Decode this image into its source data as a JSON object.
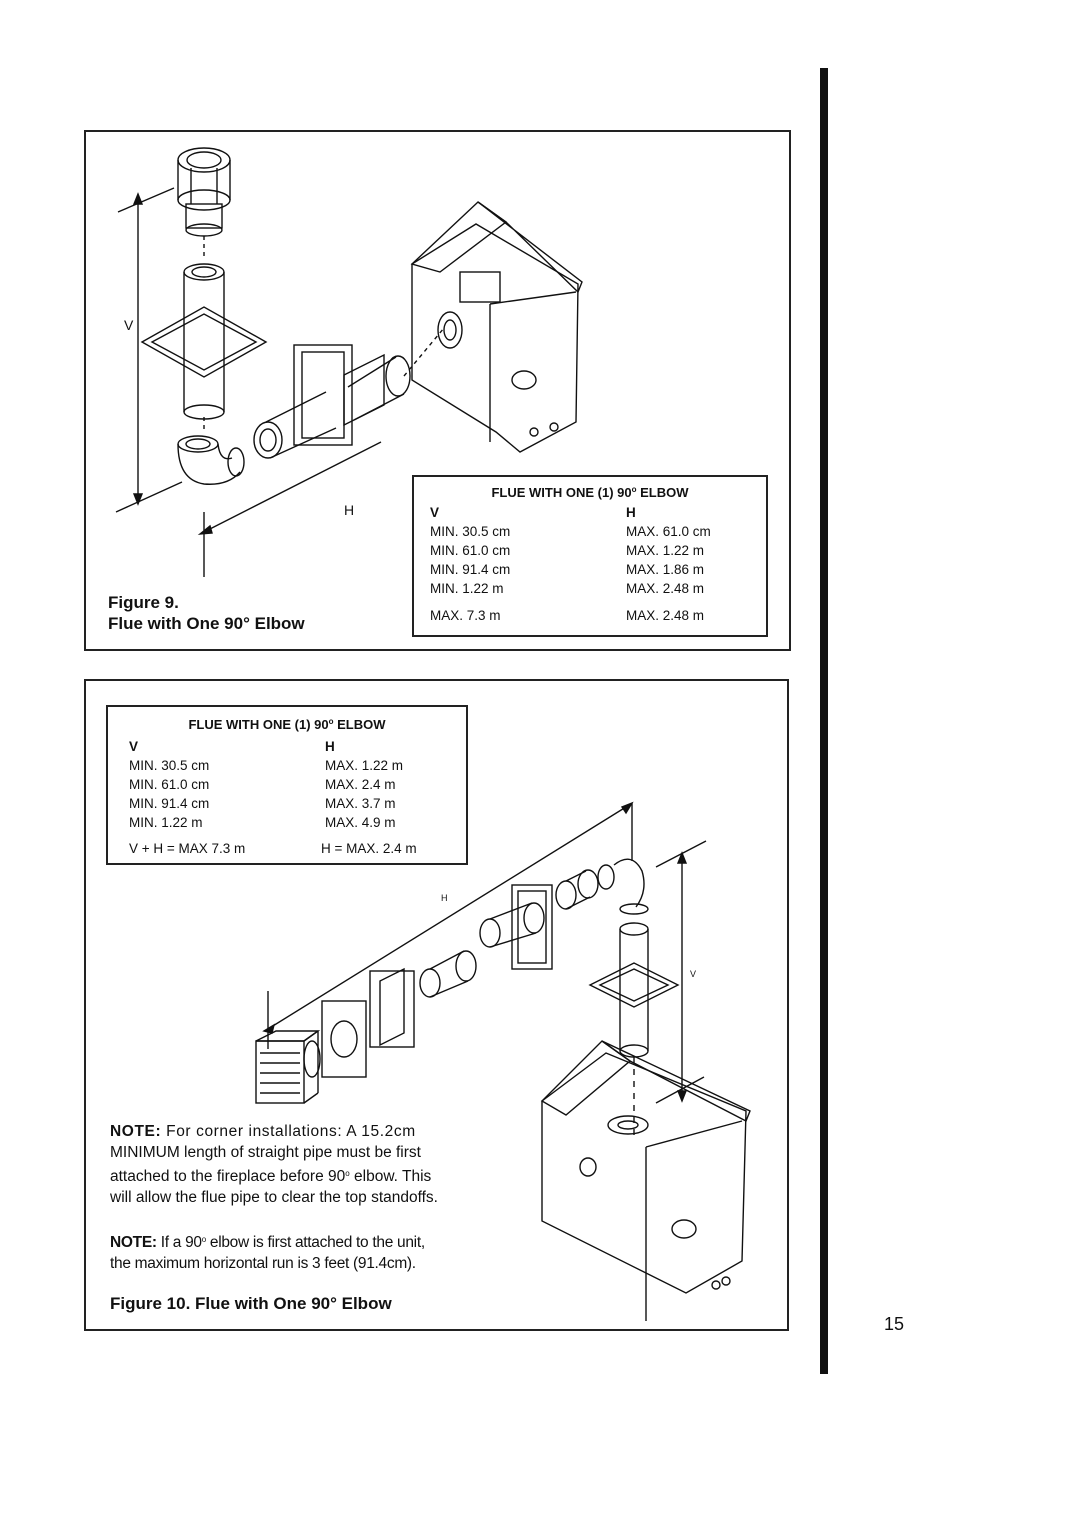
{
  "page_number": "15",
  "figure9": {
    "caption_line1": "Figure 9.",
    "caption_line2": "Flue with One 90° Elbow",
    "label_v": "V",
    "label_h": "H",
    "table": {
      "title_prefix": "FLUE WITH ONE (1) 90",
      "title_suffix": " ELBOW",
      "col_v": "V",
      "col_h": "H",
      "rows": [
        {
          "v": "MIN. 30.5 cm",
          "h": "MAX. 61.0 cm"
        },
        {
          "v": "MIN. 61.0 cm",
          "h": "MAX. 1.22 m"
        },
        {
          "v": "MIN. 91.4 cm",
          "h": "MAX. 1.86 m"
        },
        {
          "v": "MIN. 1.22 m",
          "h": "MAX. 2.48 m"
        }
      ],
      "total_v": "MAX. 7.3 m",
      "total_h": "MAX. 2.48 m"
    }
  },
  "figure10": {
    "caption": "Figure 10. Flue with One 90° Elbow",
    "label_v": "V",
    "label_h": "H",
    "table": {
      "title_prefix": "FLUE WITH ONE (1) 90",
      "title_suffix": " ELBOW",
      "col_v": "V",
      "col_h": "H",
      "rows": [
        {
          "v": "MIN. 30.5 cm",
          "h": "MAX. 1.22 m"
        },
        {
          "v": "MIN. 61.0 cm",
          "h": "MAX. 2.4 m"
        },
        {
          "v": "MIN. 91.4 cm",
          "h": "MAX. 3.7 m"
        },
        {
          "v": "MIN. 1.22 m",
          "h": "MAX. 4.9 m"
        }
      ],
      "total_v": "V + H =  MAX 7.3 m",
      "total_h": "H = MAX. 2.4 m"
    },
    "note1_label": "NOTE:",
    "note1_l1": "For corner installations: A 15.2cm",
    "note1_l2": "MINIMUM length of straight pipe must be first",
    "note1_l3a": "attached to the fireplace before 90",
    "note1_l3b": " elbow. This",
    "note1_l4": "will allow the flue pipe to clear the top standoffs.",
    "note2_label": "NOTE:",
    "note2_l1a": "If a  90",
    "note2_l1b": " elbow is first attached to the unit,",
    "note2_l2": "the maximum horizontal run is 3 feet (91.4cm)."
  },
  "degree_mark": "o"
}
